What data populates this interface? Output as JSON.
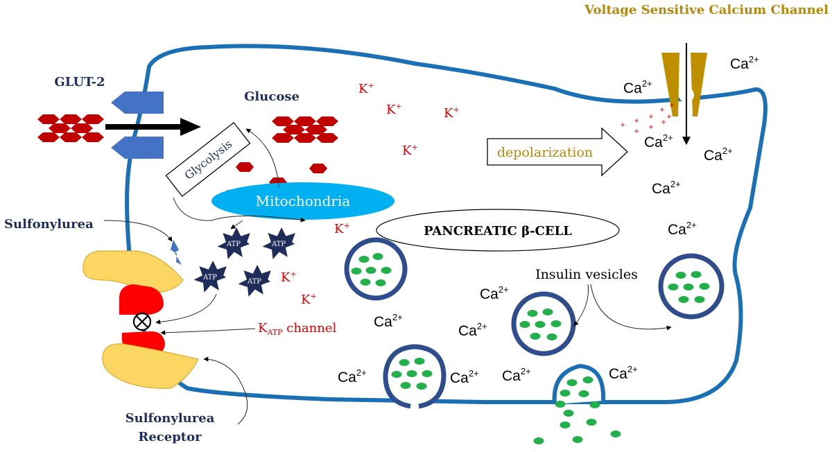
{
  "labels": {
    "vsc_title": "Voltage Sensitive Calcium Channel",
    "glut2": "GLUT-2",
    "glucose": "Glucose",
    "glycolysis": "Glycolysis",
    "mitochondria": "Mitochondria",
    "depolarization": "depolarization",
    "cell_title": "PANCREATIC β-CELL",
    "insulin_vesicles": "Insulin vesicles",
    "sulfonylurea": "Sulfonylurea",
    "katp_main": "K",
    "katp_sub": "ATP",
    "katp_suffix": " channel",
    "receptor_line1": "Sulfonylurea",
    "receptor_line2": "Receptor",
    "atp": "ATP",
    "k_ion": "K",
    "k_charge": "+",
    "ca_ion": "Ca",
    "ca_charge": "2+",
    "plus": "+"
  },
  "colors": {
    "membrane": "#1a6fb5",
    "glucose": "#c00000",
    "glut": "#4472c4",
    "mitochondria": "#00b0f0",
    "atp": "#1f2d5a",
    "vesicle_border": "#2f4c8c",
    "vesicle_dots": "#22b04b",
    "receptor_yellow": "#fcd663",
    "katp_red": "#ff0000",
    "vsc_gold": "#bf8f00",
    "title_gold": "#b8860b",
    "navy_text": "#1f2d5a",
    "k_red": "#e00000"
  }
}
